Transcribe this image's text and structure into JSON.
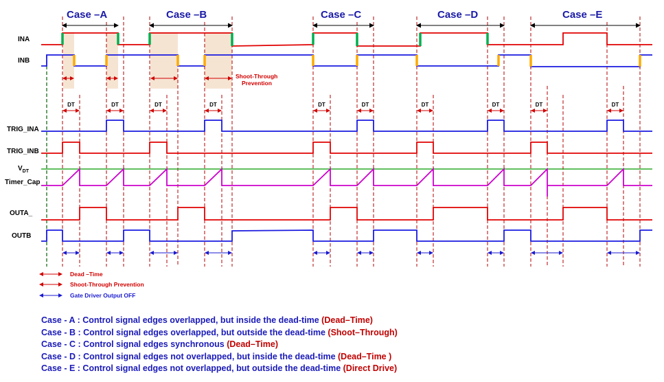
{
  "cases": [
    {
      "label": "Case –A"
    },
    {
      "label": "Case –B"
    },
    {
      "label": "Case –C"
    },
    {
      "label": "Case –D"
    },
    {
      "label": "Case –E"
    }
  ],
  "signals": {
    "ina": "INA",
    "inb": "INB",
    "trig_ina": "TRIG_INA",
    "trig_inb": "TRIG_INB",
    "vdt_main": "V",
    "vdt_sub": "DT",
    "timer_cap": "Timer_Cap",
    "outa": "OUTA_",
    "outb": "OUTB"
  },
  "dt_label": "DT",
  "shoot_through_note": [
    "Shoot-Through",
    "Prevention"
  ],
  "legend": {
    "dead_time": "Dead –Time",
    "shoot_through": "Shoot-Through Prevention",
    "driver_off": "Gate Driver Output OFF"
  },
  "colors": {
    "red": "#e00000",
    "blue": "#1a1ae0",
    "green": "#00a000",
    "magenta": "#cc00cc",
    "orange": "#ffaa00",
    "edge_green": "#00b050",
    "shade": "#f6e4d2",
    "dash": "#b00000",
    "text_blue": "#1a1ab8",
    "text_red": "#c00000"
  },
  "summary": [
    {
      "blue": "Case -  A  : Control signal edges overlapped, but inside the dead-time",
      "red": " (Dead–Time)"
    },
    {
      "blue": "Case -  B  : Control signal edges overlapped, but outside the dead-time",
      "red": " (Shoot–Through)"
    },
    {
      "blue": "Case -  C  : Control signal edges synchronous",
      "red": " (Dead–Time)"
    },
    {
      "blue": "Case -  D  : Control signal edges not overlapped, but inside the dead-time",
      "red": " (Dead–Time )"
    },
    {
      "blue": "Case -  E  : Control signal edges not overlapped, but outside the dead-time",
      "red": " (Direct Drive)"
    }
  ]
}
